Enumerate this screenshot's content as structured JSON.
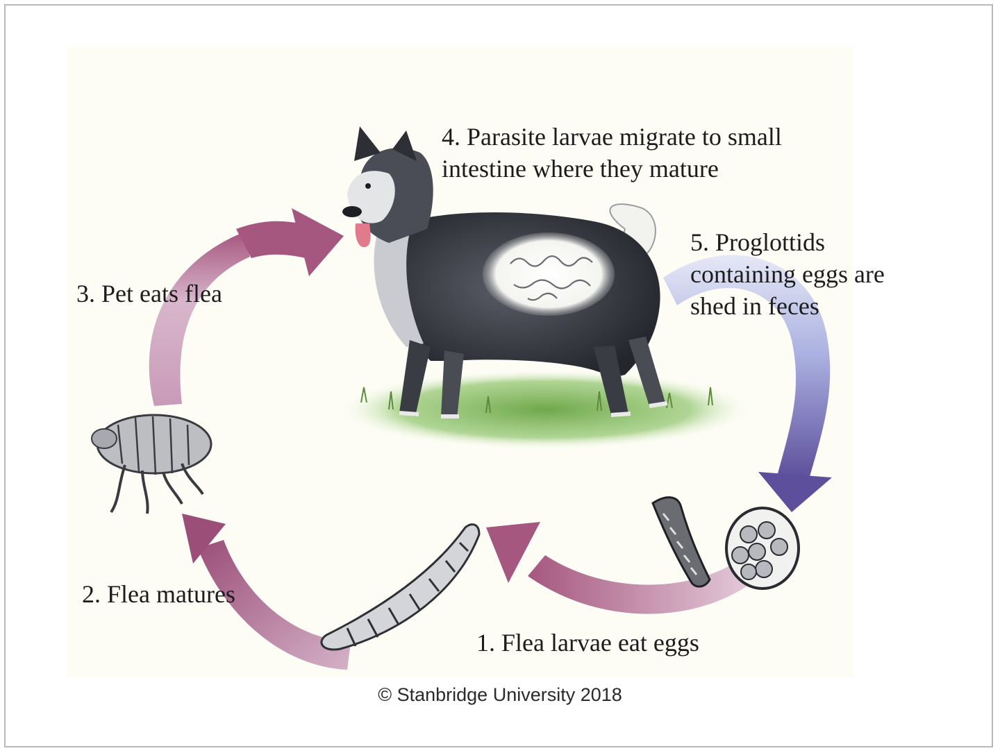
{
  "steps": [
    {
      "id": "step1",
      "text": "1. Flea larvae eat eggs"
    },
    {
      "id": "step2",
      "text": "2. Flea matures"
    },
    {
      "id": "step3",
      "text": "3. Pet eats flea"
    },
    {
      "id": "step4",
      "text": "4. Parasite larvae migrate to small\n   intestine where they mature"
    },
    {
      "id": "step5",
      "text": "5. Proglottids\n   containing eggs are\n   shed in feces"
    }
  ],
  "copyright": "© Stanbridge University 2018",
  "colors": {
    "arrow_purple": "#a6577f",
    "arrow_pink": "#c99ab8",
    "arrow_violet": "#6a5aa6",
    "arrow_lavender": "#aab0e0",
    "panel_background": "#fdfdf5",
    "grass": "#7fb35a",
    "dog_fur": "#3b3d45"
  }
}
